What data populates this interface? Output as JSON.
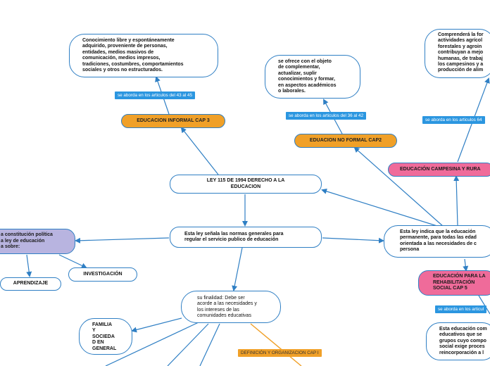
{
  "nodes": {
    "informal_desc": "Conocimiento libre y espontáneamente\nadquirido, proveniente de personas,\nentidades, medios masivos de\ncomunicación, medios impresos,\ntradiciones, costumbres, comportamientos\nsociales y otros no estructurados.",
    "informal": "EDUCACION INFORMAL CAP 3",
    "no_formal_desc": "se ofrece con el objeto\nde complementar,\nactualizar, suplir\nconocimientos y formar,\nen aspectos académicos\no laborales.",
    "no_formal": "EDUACION NO FORMAL CAP2",
    "campesina_desc": "Comprenderá la for\nactividades agrícol\nforestales y agroin\ncontribuyan a mejo\nhumanas, de trabaj\nlos campesinos y a\nproducción de alim",
    "campesina": "EDUCACIÓN CAMPESINA Y RURA",
    "ley": "LEY 115 DE 1994 DERECHO A LA\nEDUCACION",
    "normas": "Esta ley señala las normas generales para\nregular el servicio publico de educación",
    "indica": "Esta ley indica que la educación\npermanente, para todas las edad\norientada a las necesidades de c\npersona",
    "constitucion": "a constitución política\na ley de educación\na sobre:",
    "investigacion": "INVESTIGACIÓN",
    "aprendizaje": "APRENDIZAJE",
    "finalidad": "su finalidad: Debe ser\nacorde a las necesidades y\nlos intereses de las\ncomunidades educativas",
    "familia": "FAMILIA\nY\nSOCIEDA\nD EN\nGENERAL",
    "rehabilitacion": "EDUCACIÓN PARA LA\nREHABILITACIÓN\nSOCIAL CAP 5",
    "rehab_desc": "Esta educación com\neducativos que se\ngrupos cuyo compo\nsocial exige proces\nreincorporación a l"
  },
  "tags": {
    "t43": "se aborda en los articulos del 43 al 45",
    "t36": "se aborda en los articulos del 36 al 42",
    "t64": "se aborda en los articulos 64",
    "trehab": "se aborda en los articul",
    "definicion": "DEFINICIÓN Y ORGANIZACION CAP I"
  },
  "colors": {
    "line_blue": "#2f7fc4",
    "line_orange": "#f0a028",
    "orange": "#f0a028",
    "pink": "#ef6b9a",
    "lavender": "#b8b4e0",
    "tag_blue": "#2b96e0"
  }
}
